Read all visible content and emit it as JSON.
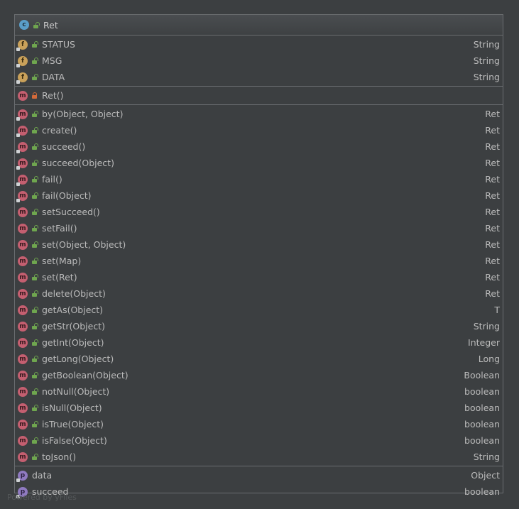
{
  "class": {
    "name": "Ret",
    "icon": "class-icon"
  },
  "fields": [
    {
      "name": "STATUS",
      "type": "String",
      "icon": "field-icon"
    },
    {
      "name": "MSG",
      "type": "String",
      "icon": "field-icon"
    },
    {
      "name": "DATA",
      "type": "String",
      "icon": "field-icon"
    }
  ],
  "constructors": [
    {
      "name": "Ret()",
      "icon": "method-icon",
      "access": "private"
    }
  ],
  "methods": [
    {
      "name": "by(Object, Object)",
      "type": "Ret"
    },
    {
      "name": "create()",
      "type": "Ret"
    },
    {
      "name": "succeed()",
      "type": "Ret"
    },
    {
      "name": "succeed(Object)",
      "type": "Ret"
    },
    {
      "name": "fail()",
      "type": "Ret"
    },
    {
      "name": "fail(Object)",
      "type": "Ret"
    },
    {
      "name": "setSucceed()",
      "type": "Ret"
    },
    {
      "name": "setFail()",
      "type": "Ret"
    },
    {
      "name": "set(Object, Object)",
      "type": "Ret"
    },
    {
      "name": "set(Map)",
      "type": "Ret"
    },
    {
      "name": "set(Ret)",
      "type": "Ret"
    },
    {
      "name": "delete(Object)",
      "type": "Ret"
    },
    {
      "name": "getAs(Object)",
      "type": "T"
    },
    {
      "name": "getStr(Object)",
      "type": "String"
    },
    {
      "name": "getInt(Object)",
      "type": "Integer"
    },
    {
      "name": "getLong(Object)",
      "type": "Long"
    },
    {
      "name": "getBoolean(Object)",
      "type": "Boolean"
    },
    {
      "name": "notNull(Object)",
      "type": "boolean"
    },
    {
      "name": "isNull(Object)",
      "type": "boolean"
    },
    {
      "name": "isTrue(Object)",
      "type": "boolean"
    },
    {
      "name": "isFalse(Object)",
      "type": "boolean"
    },
    {
      "name": "toJson()",
      "type": "String"
    }
  ],
  "properties": [
    {
      "name": "data",
      "type": "Object"
    },
    {
      "name": "succeed",
      "type": "boolean"
    }
  ],
  "footer": "Powered by yFiles",
  "colors": {
    "background": "#3c3f41",
    "border": "#6a6d70",
    "public": "#6fa64f",
    "private": "#d36a3a"
  }
}
